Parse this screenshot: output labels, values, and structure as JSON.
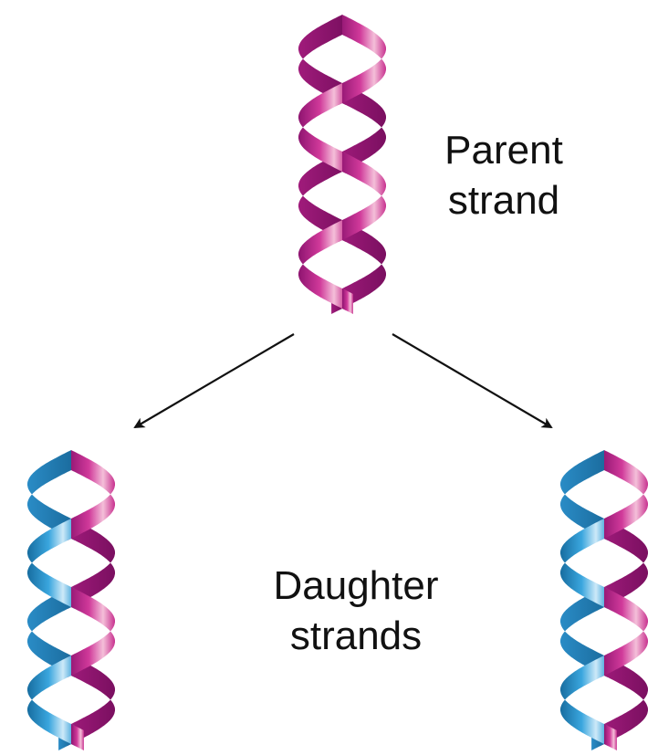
{
  "labels": {
    "parent": {
      "line1": "Parent",
      "line2": "strand"
    },
    "daughter": {
      "line1": "Daughter",
      "line2": "strands"
    }
  },
  "helices": [
    {
      "name": "parent-strand-helix",
      "strand_a": "magenta",
      "strand_b": "magenta"
    },
    {
      "name": "daughter-strand-left-helix",
      "strand_a": "magenta",
      "strand_b": "blue"
    },
    {
      "name": "daughter-strand-right-helix",
      "strand_a": "magenta",
      "strand_b": "blue"
    }
  ],
  "colors": {
    "magenta_dark": "#9e1a78",
    "magenta": "#c8318f",
    "pink_light": "#f6c6dd",
    "blue_dark": "#1f7fb5",
    "blue": "#2e9bd6",
    "blue_light": "#bfe3f6",
    "arrow": "#111111",
    "text": "#111111"
  }
}
